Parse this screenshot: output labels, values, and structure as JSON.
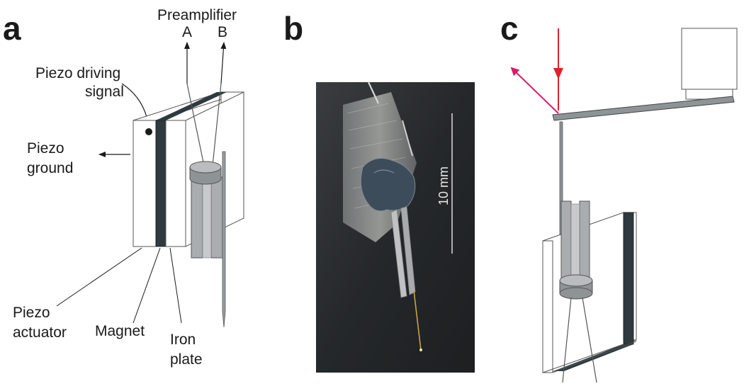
{
  "panels": {
    "a": {
      "letter": "a",
      "labels": {
        "preamplifier": "Preamplifier",
        "channel_a": "A",
        "channel_b": "B",
        "piezo_driving_line1": "Piezo driving",
        "piezo_driving_line2": "signal",
        "piezo_ground_line1": "Piezo",
        "piezo_ground_line2": "ground",
        "piezo_actuator_line1": "Piezo",
        "piezo_actuator_line2": "actuator",
        "magnet": "Magnet",
        "iron_plate_line1": "Iron",
        "iron_plate_line2": "plate"
      }
    },
    "b": {
      "letter": "b",
      "scale_bar_label": "10 mm"
    },
    "c": {
      "letter": "c"
    }
  },
  "colors": {
    "laser_incident": "#e0202a",
    "laser_reflected": "#d81b6a",
    "magnet": "#2f3a3f",
    "prong": "#a9adb0",
    "photo_bg": "#2a2c2e"
  }
}
